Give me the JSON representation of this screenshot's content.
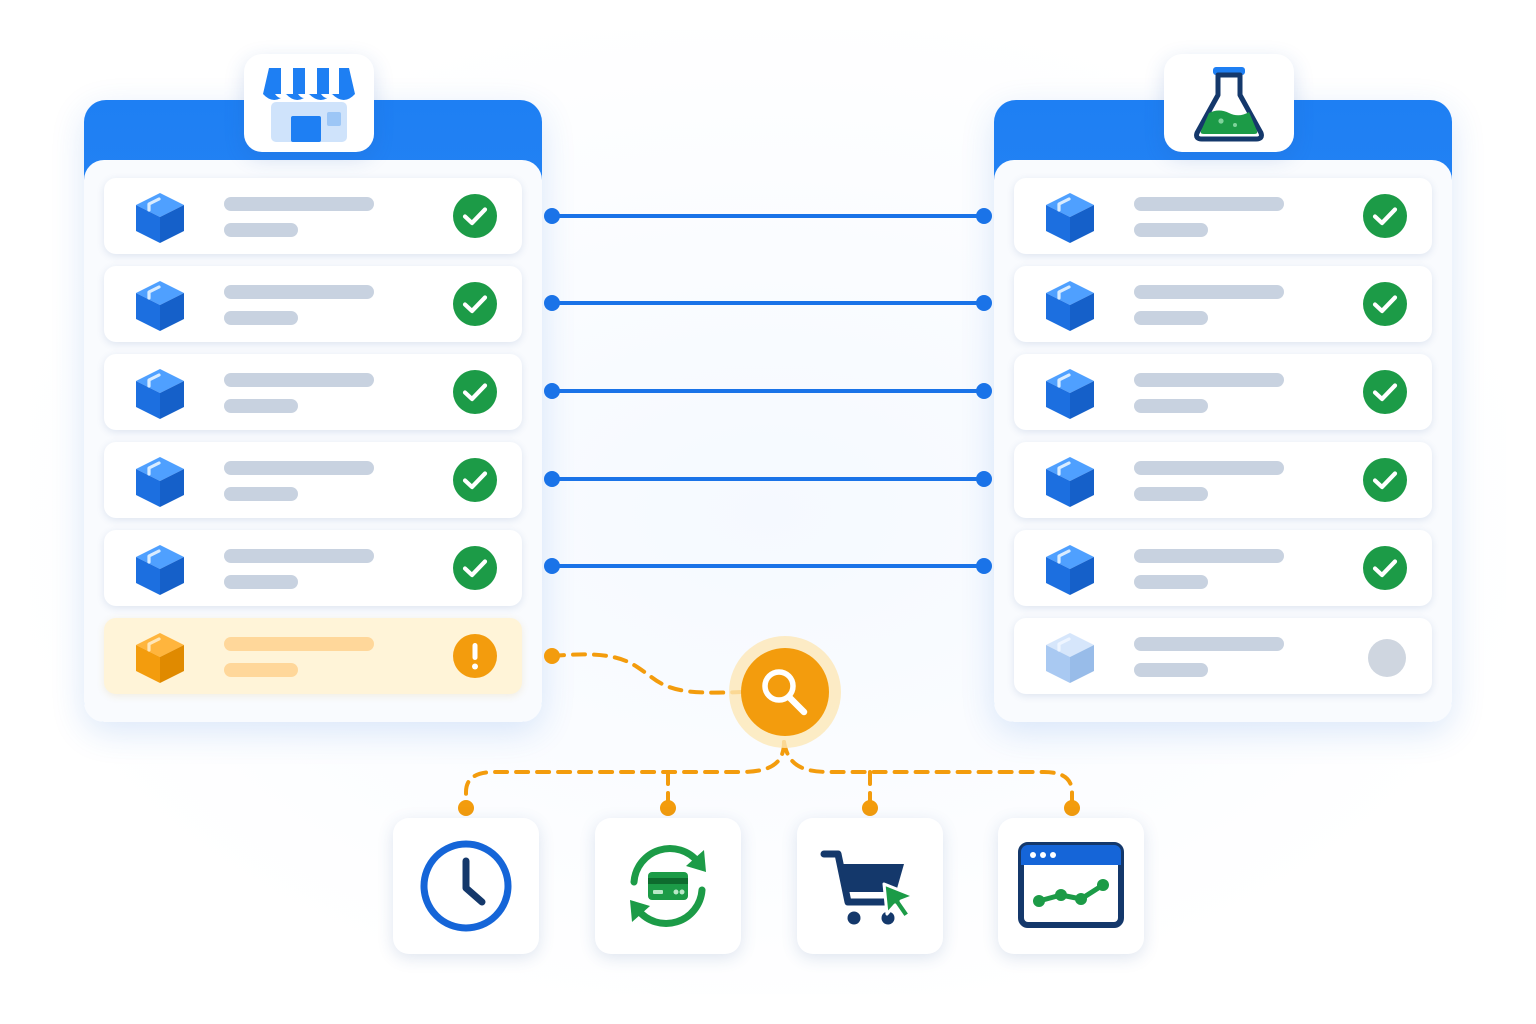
{
  "diagram": {
    "left_panel": {
      "header_icon": "storefront-icon",
      "rows": [
        {
          "item_icon": "package-icon",
          "status": "matched",
          "status_icon": "check-circle-icon"
        },
        {
          "item_icon": "package-icon",
          "status": "matched",
          "status_icon": "check-circle-icon"
        },
        {
          "item_icon": "package-icon",
          "status": "matched",
          "status_icon": "check-circle-icon"
        },
        {
          "item_icon": "package-icon",
          "status": "matched",
          "status_icon": "check-circle-icon"
        },
        {
          "item_icon": "package-icon",
          "status": "matched",
          "status_icon": "check-circle-icon"
        },
        {
          "item_icon": "package-icon",
          "status": "warning",
          "status_icon": "exclamation-circle-icon"
        }
      ]
    },
    "right_panel": {
      "header_icon": "flask-icon",
      "rows": [
        {
          "item_icon": "package-icon",
          "status": "matched",
          "status_icon": "check-circle-icon"
        },
        {
          "item_icon": "package-icon",
          "status": "matched",
          "status_icon": "check-circle-icon"
        },
        {
          "item_icon": "package-icon",
          "status": "matched",
          "status_icon": "check-circle-icon"
        },
        {
          "item_icon": "package-icon",
          "status": "matched",
          "status_icon": "check-circle-icon"
        },
        {
          "item_icon": "package-icon",
          "status": "matched",
          "status_icon": "check-circle-icon"
        },
        {
          "item_icon": "package-icon-faded",
          "status": "pending",
          "status_icon": "empty-dot-icon"
        }
      ]
    },
    "connections": {
      "matched_pairs": 5,
      "unmatched_rows": 1
    },
    "inspector_icon": "magnifier-icon",
    "outcome_tiles": [
      {
        "icon": "clock-icon"
      },
      {
        "icon": "card-sync-icon"
      },
      {
        "icon": "cart-cursor-icon"
      },
      {
        "icon": "browser-chart-icon"
      }
    ],
    "colors": {
      "primary_blue": "#1e7ff3",
      "link_blue": "#1a73e8",
      "success_green": "#1c9b47",
      "warning_orange": "#f39c0d",
      "warning_fill": "#fff4d8",
      "pending_gray": "#cfd6e0",
      "navy": "#14386b"
    }
  }
}
